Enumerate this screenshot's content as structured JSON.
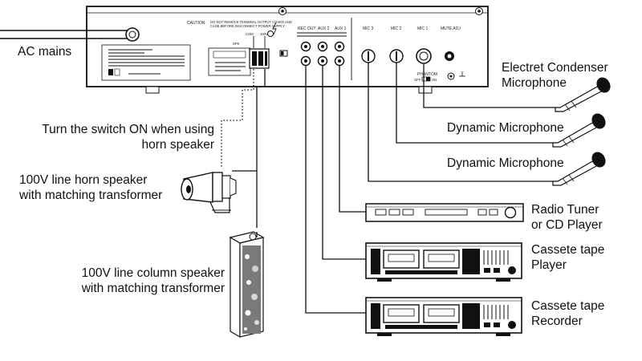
{
  "labels": {
    "ac_mains": "AC mains",
    "switch_note": [
      "Turn the switch ON when using",
      "horn speaker"
    ],
    "horn_speaker": [
      "100V line horn speaker",
      "with matching transformer"
    ],
    "column_speaker": [
      "100V line column speaker",
      "with matching transformer"
    ],
    "electret_mic": [
      "Electret Condenser",
      "Microphone"
    ],
    "dynamic_mic_1": "Dynamic Microphone",
    "dynamic_mic_2": "Dynamic Microphone",
    "radio_tuner": [
      "Radio Tuner",
      "or CD Player"
    ],
    "tape_player": [
      "Cassete tape",
      "Player"
    ],
    "tape_recorder": [
      "Cassete tape",
      "Recorder"
    ]
  },
  "panel": {
    "caution": "CAUTION",
    "caution_note": "DO NOT REMOVE TERMINAL OUTPUT COVER AND CASE BEFORE DISCONNECT POWER SUPPLY",
    "rec_out": "REC OUT",
    "aux2": "AUX 2",
    "aux1": "AUX 1",
    "mute_adj": "MUTE ADJ",
    "phantom": "PHANTOM",
    "off": "OFF",
    "on": "ON"
  }
}
